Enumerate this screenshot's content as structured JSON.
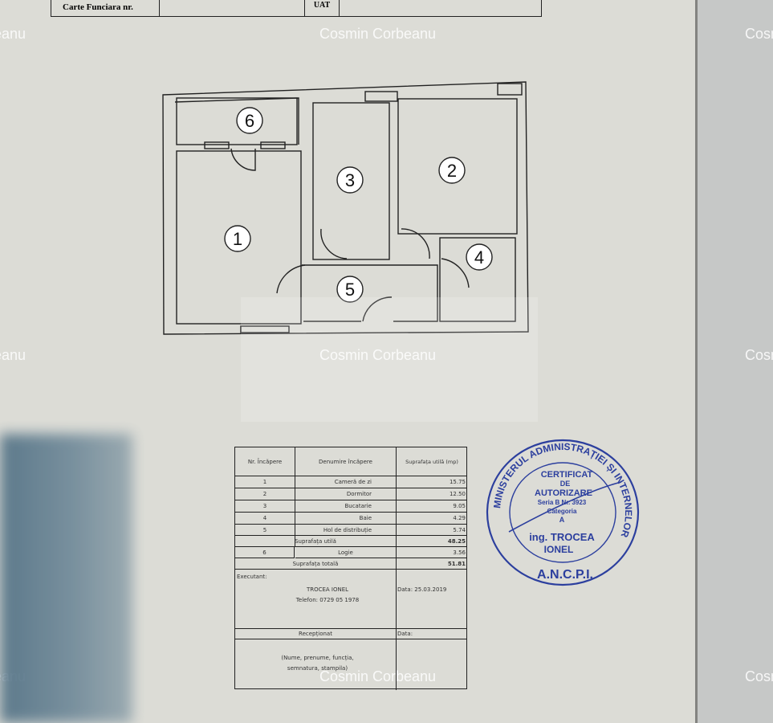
{
  "header_table": {
    "carte_funciara": "Carte Funciara nr.",
    "uat": "UAT"
  },
  "watermark": "Cosmin Corbeanu",
  "floorplan": {
    "rooms": [
      "1",
      "2",
      "3",
      "4",
      "5",
      "6"
    ]
  },
  "room_table": {
    "headers": [
      "Nr. Încăpere",
      "Denumire încăpere",
      "Suprafața utilă (mp)"
    ],
    "rows": [
      {
        "nr": "1",
        "name": "Cameră de zi",
        "area": "15.75"
      },
      {
        "nr": "2",
        "name": "Dormitor",
        "area": "12.50"
      },
      {
        "nr": "3",
        "name": "Bucatarie",
        "area": "9.05"
      },
      {
        "nr": "4",
        "name": "Baie",
        "area": "4.29"
      },
      {
        "nr": "5",
        "name": "Hol de distribuție",
        "area": "5.74"
      }
    ],
    "suprafata_utila_label": "Suprafața utilă",
    "suprafata_utila_value": "48.25",
    "logia_row": {
      "nr": "6",
      "name": "Logie",
      "area": "3.56"
    },
    "suprafata_totala_label": "Suprafața totală",
    "suprafata_totala_value": "51.81",
    "executant_label": "Executant:",
    "executant_name": "TROCEA IONEL",
    "executant_phone": "Telefon: 0729 05 1978",
    "data_label": "Data: 25.03.2019",
    "receptionat_label": "Recepționat",
    "data_empty_label": "Data:",
    "signature_hint_1": "(Nume, prenume, funcția,",
    "signature_hint_2": "semnatura, stampila)"
  },
  "stamp": {
    "ring_text": "MINISTERUL ADMINISTRAȚIEI ȘI INTERNELOR",
    "line1": "CERTIFICAT",
    "line2": "DE",
    "line3": "AUTORIZARE",
    "line4": "Seria B Nr. 3923",
    "line5": "Categoria",
    "line6": "A",
    "line7": "ing. TROCEA",
    "line8": "IONEL",
    "bottom": "A.N.C.P.I.",
    "color": "#2c3f9e"
  }
}
